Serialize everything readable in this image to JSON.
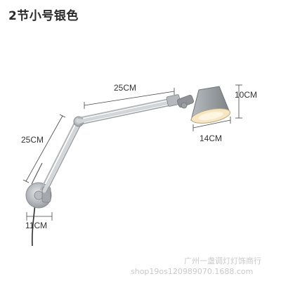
{
  "title": "2节小号银色",
  "dimensions": {
    "upper_arm": "25CM",
    "lower_arm": "25CM",
    "shade_height": "10CM",
    "shade_width": "14CM",
    "base_width": "11CM"
  },
  "watermark": {
    "shop_name": "广州一盏调灯灯饰商行",
    "url": "shop19os120989070.1688.com"
  },
  "colors": {
    "metal": "#c7cacd",
    "shade": "#9ea3a8",
    "glow": "#f7e6c4"
  }
}
